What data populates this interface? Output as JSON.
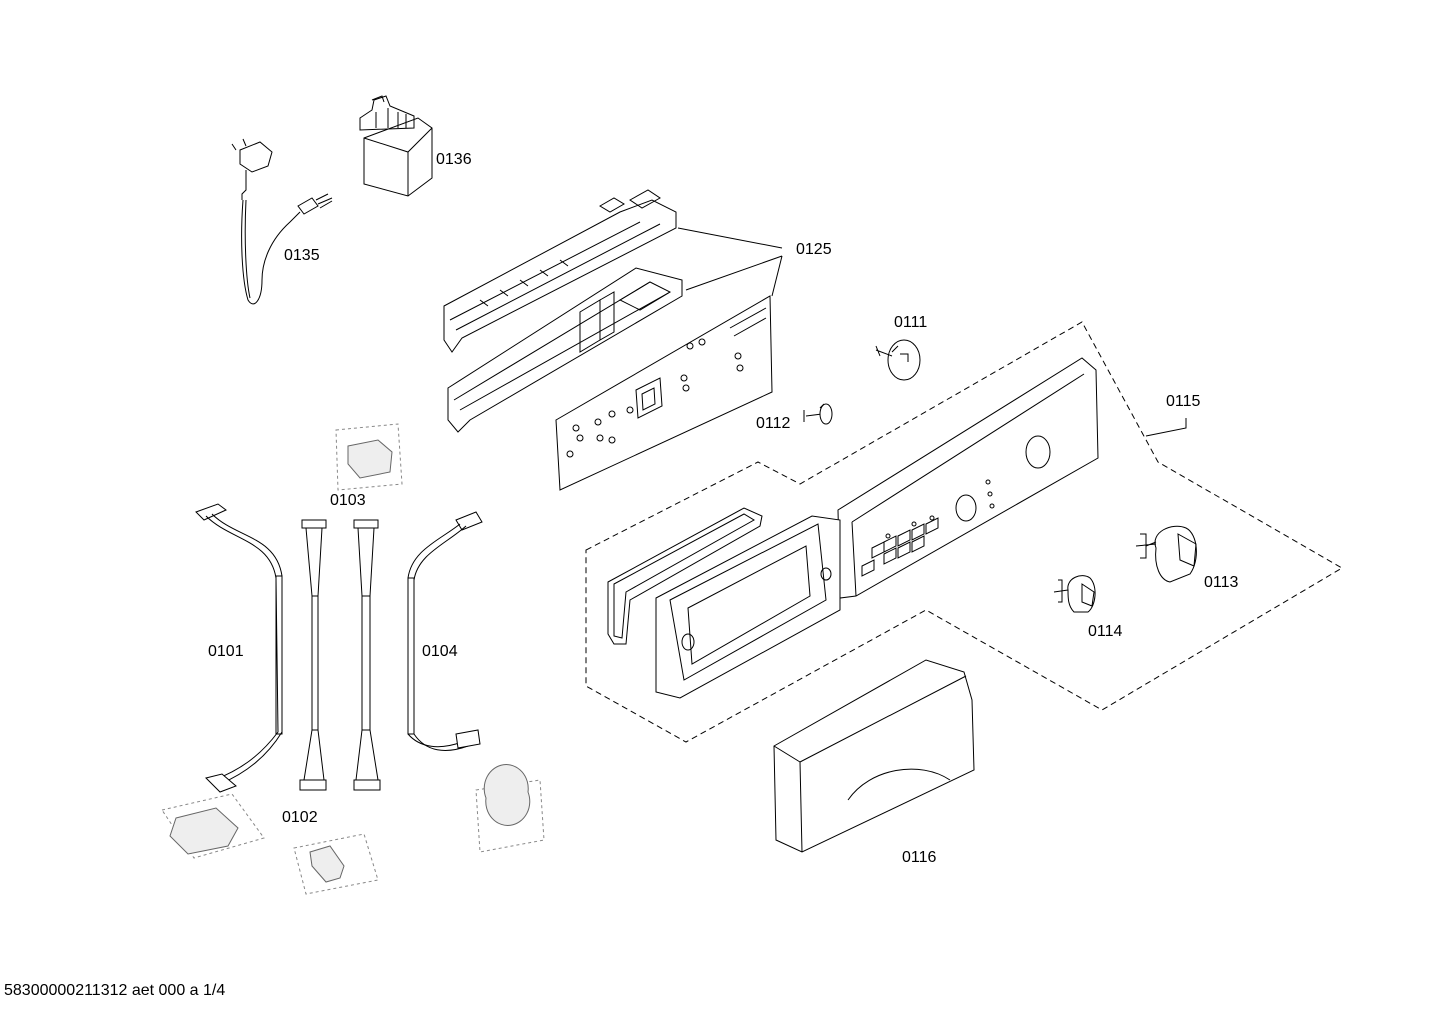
{
  "diagram": {
    "parts": [
      {
        "id": "0135",
        "name": "power-cord"
      },
      {
        "id": "0136",
        "name": "interference-filter"
      },
      {
        "id": "0125",
        "name": "control-module-assembly"
      },
      {
        "id": "0111",
        "name": "knob-axle"
      },
      {
        "id": "0112",
        "name": "knob-pin"
      },
      {
        "id": "0115",
        "name": "fascia-panel-assembly"
      },
      {
        "id": "0113",
        "name": "program-knob"
      },
      {
        "id": "0114",
        "name": "selector-knob"
      },
      {
        "id": "0116",
        "name": "detergent-drawer-handle"
      },
      {
        "id": "0103",
        "name": "connector-part"
      },
      {
        "id": "0101",
        "name": "cable-harness-left"
      },
      {
        "id": "0102",
        "name": "cable-harness-pair"
      },
      {
        "id": "0104",
        "name": "cable-harness-right"
      }
    ],
    "labels": {
      "l0136": "0136",
      "l0135": "0135",
      "l0125": "0125",
      "l0111": "0111",
      "l0112": "0112",
      "l0115": "0115",
      "l0113": "0113",
      "l0114": "0114",
      "l0116": "0116",
      "l0103": "0103",
      "l0101": "0101",
      "l0104": "0104",
      "l0102": "0102"
    }
  },
  "footer": {
    "document_id": "58300000211312 aet 000 a 1/4"
  }
}
